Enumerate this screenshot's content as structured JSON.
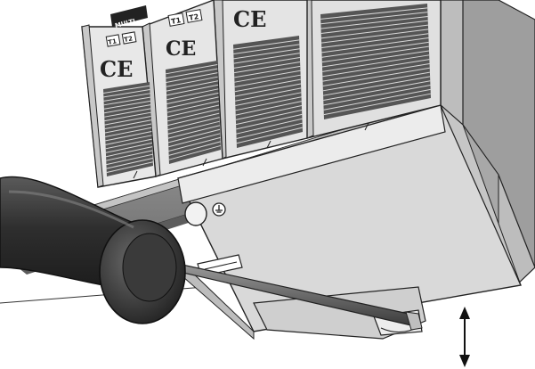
{
  "figure": {
    "modules": [
      {
        "name": "module-1",
        "text": "MULTI",
        "labels": [
          "T1",
          "T2"
        ],
        "ce": "CE"
      },
      {
        "name": "module-2",
        "labels": [
          "T1",
          "T2"
        ],
        "ce": "CE"
      },
      {
        "name": "module-3",
        "ce": "CE"
      },
      {
        "name": "module-4"
      }
    ],
    "ground_symbol": "protective-earth-icon",
    "tool": "screwdriver-icon",
    "motion_indicator": "double-arrow-vertical-icon",
    "colors": {
      "module_face": "#e2e2e2",
      "base_body": "#d6d6d6",
      "rail": "#8e8e8e",
      "screwdriver": "#3a3a3a",
      "outline": "#222222"
    }
  }
}
